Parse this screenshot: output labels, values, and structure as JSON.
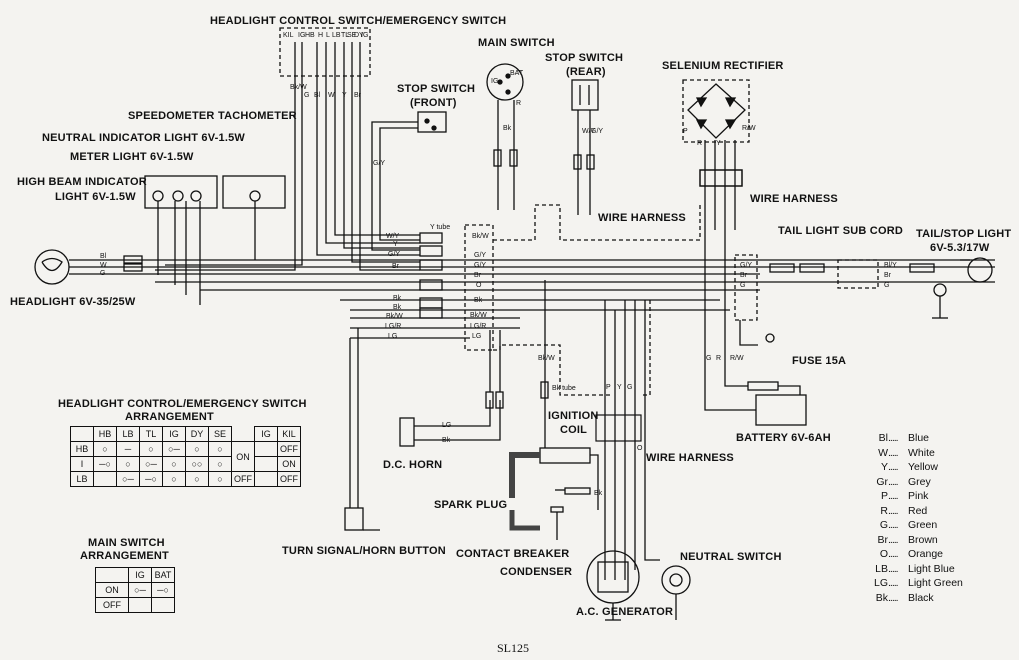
{
  "title": "SL125",
  "components": {
    "headlight_switch": "HEADLIGHT CONTROL SWITCH/EMERGENCY SWITCH",
    "headlight_switch_terms": [
      "KIL",
      "IG",
      "HB",
      "H",
      "L",
      "LB",
      "TL",
      "SE",
      "DY",
      "IG"
    ],
    "main_switch": "MAIN SWITCH",
    "main_switch_terms": [
      "IG",
      "BAT"
    ],
    "stop_switch_rear": [
      "STOP SWITCH",
      "(REAR)"
    ],
    "stop_switch_front": [
      "STOP SWITCH",
      "(FRONT)"
    ],
    "selenium_rectifier": "SELENIUM RECTIFIER",
    "speedometer": "SPEEDOMETER",
    "tachometer": "TACHOMETER",
    "neutral_indicator": "NEUTRAL INDICATOR LIGHT 6V-1.5W",
    "meter_light": "METER LIGHT 6V-1.5W",
    "high_beam_indicator": [
      "HIGH BEAM INDICATOR",
      "LIGHT 6V-1.5W"
    ],
    "headlight": "HEADLIGHT 6V-35/25W",
    "wire_harness": "WIRE HARNESS",
    "tail_light_sub_cord": "TAIL LIGHT SUB CORD",
    "tail_stop_light": [
      "TAIL/STOP LIGHT",
      "6V-5.3/17W"
    ],
    "fuse": "FUSE 15A",
    "battery": "BATTERY 6V-6AH",
    "ignition_coil": [
      "IGNITION",
      "COIL"
    ],
    "dc_horn": "D.C. HORN",
    "spark_plug": "SPARK PLUG",
    "contact_breaker": "CONTACT BREAKER",
    "condenser": "CONDENSER",
    "ac_generator": "A.C. GENERATOR",
    "neutral_switch": "NEUTRAL SWITCH",
    "turn_signal_button": "TURN SIGNAL/HORN BUTTON",
    "y_tube": "Y tube",
    "bk_tube": "Bk tube"
  },
  "headlight_arrangement": {
    "title": [
      "HEADLIGHT CONTROL/EMERGENCY SWITCH",
      "ARRANGEMENT"
    ],
    "columns": [
      "",
      "HB",
      "LB",
      "TL",
      "IG",
      "DY",
      "SE"
    ],
    "rows": [
      "HB",
      "I",
      "LB"
    ],
    "emergency_columns": [
      "IG",
      "KIL"
    ],
    "states": [
      "ON",
      "OFF"
    ]
  },
  "main_switch_arrangement": {
    "title": [
      "MAIN SWITCH",
      "ARRANGEMENT"
    ],
    "columns": [
      "",
      "IG",
      "BAT"
    ],
    "rows": [
      "ON",
      "OFF"
    ]
  },
  "legend": [
    {
      "code": "Bl",
      "color": "Blue"
    },
    {
      "code": "W",
      "color": "White"
    },
    {
      "code": "Y",
      "color": "Yellow"
    },
    {
      "code": "Gr",
      "color": "Grey"
    },
    {
      "code": "P",
      "color": "Pink"
    },
    {
      "code": "R",
      "color": "Red"
    },
    {
      "code": "G",
      "color": "Green"
    },
    {
      "code": "Br",
      "color": "Brown"
    },
    {
      "code": "O",
      "color": "Orange"
    },
    {
      "code": "LB",
      "color": "Light Blue"
    },
    {
      "code": "LG",
      "color": "Light Green"
    },
    {
      "code": "Bk",
      "color": "Black"
    }
  ],
  "legend_dots": ".....",
  "wire_codes": {
    "left_bundle": [
      "W/Y",
      "Y",
      "G/Y",
      "Br",
      "Bk",
      "Bk",
      "Bk/W",
      "LG/R",
      "LG"
    ],
    "right_bundle": [
      "Bk/W",
      "G/Y",
      "G/Y",
      "Br",
      "O",
      "Bk",
      "Bk/W",
      "LG/R",
      "LG"
    ],
    "headlight": [
      "Bl",
      "W",
      "G"
    ],
    "tail": [
      "G/Y",
      "Br",
      "G"
    ],
    "tail_right": [
      "Bl/Y",
      "Br",
      "G"
    ],
    "rectifier": [
      "P",
      "Y",
      "R/W",
      "R"
    ],
    "fuse_wires": [
      "G",
      "R",
      "R/W"
    ],
    "switch": [
      "Bk/W",
      "G",
      "Bl",
      "W",
      "Y",
      "Br"
    ],
    "stop": [
      "G/Y",
      "W/Y"
    ],
    "main": [
      "Bk",
      "R"
    ],
    "horn": [
      "LG",
      "Bk"
    ],
    "generator": [
      "P",
      "Y",
      "G",
      "O"
    ],
    "coil": [
      "Bk",
      "Bk/W"
    ]
  }
}
